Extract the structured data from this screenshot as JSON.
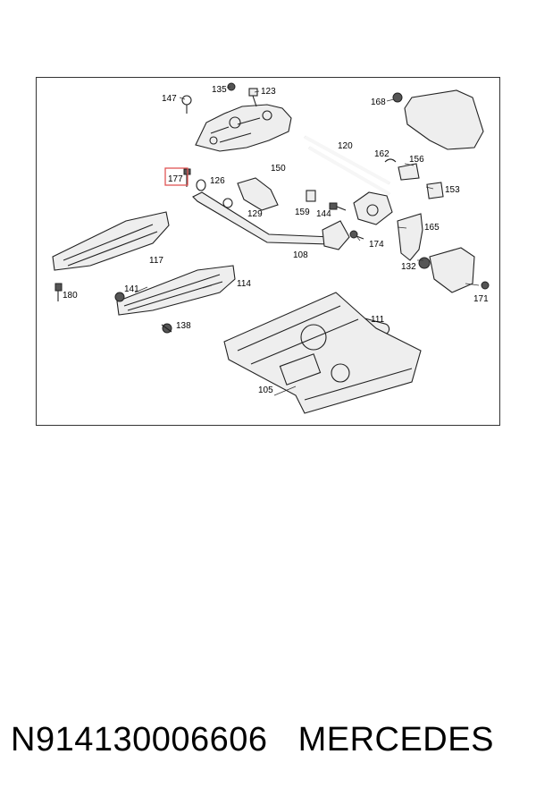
{
  "diagram": {
    "callouts": [
      "147",
      "135",
      "123",
      "168",
      "120",
      "162",
      "156",
      "150",
      "177",
      "126",
      "153",
      "129",
      "159",
      "144",
      "165",
      "174",
      "108",
      "117",
      "141",
      "114",
      "132",
      "180",
      "171",
      "111",
      "138",
      "105"
    ],
    "highlighted_callout": "177",
    "highlight_color": "#e05555"
  },
  "caption": {
    "part_number": "N914130006606",
    "brand": "MERCEDES"
  }
}
